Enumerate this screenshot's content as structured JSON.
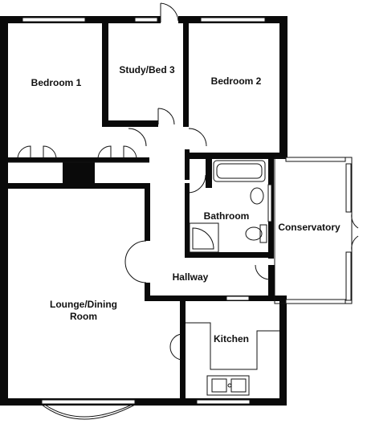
{
  "rooms": {
    "bedroom1": "Bedroom 1",
    "study": "Study/Bed 3",
    "bedroom2": "Bedroom 2",
    "bathroom": "Bathroom",
    "conservatory": "Conservatory",
    "hallway": "Hallway",
    "lounge_line1": "Lounge/Dining",
    "lounge_line2": "Room",
    "kitchen": "Kitchen"
  },
  "colors": {
    "wall": "#0a0a0a",
    "background": "#ffffff"
  }
}
